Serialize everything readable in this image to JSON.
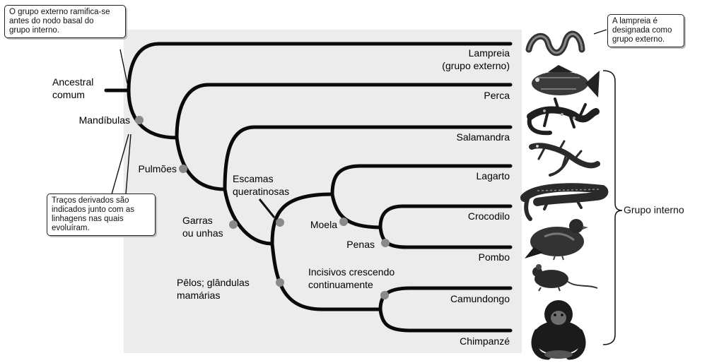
{
  "root_label": [
    "Ancestral",
    "comum"
  ],
  "taxa": [
    {
      "name": "Lampreia",
      "sub": "(grupo externo)",
      "icon": "lamprey-icon"
    },
    {
      "name": "Perca",
      "icon": "fish-icon"
    },
    {
      "name": "Salamandra",
      "icon": "salamander-icon"
    },
    {
      "name": "Lagarto",
      "icon": "lizard-icon"
    },
    {
      "name": "Crocodilo",
      "icon": "crocodile-icon"
    },
    {
      "name": "Pombo",
      "icon": "pigeon-icon"
    },
    {
      "name": "Camundongo",
      "icon": "mouse-icon"
    },
    {
      "name": "Chimpanzé",
      "icon": "chimpanzee-icon"
    }
  ],
  "traits": [
    {
      "lines": [
        "Mandíbulas"
      ]
    },
    {
      "lines": [
        "Pulmões"
      ]
    },
    {
      "lines": [
        "Garras",
        "ou unhas"
      ]
    },
    {
      "lines": [
        "Escamas",
        "queratinosas"
      ]
    },
    {
      "lines": [
        "Moela"
      ]
    },
    {
      "lines": [
        "Penas"
      ]
    },
    {
      "lines": [
        "Pêlos; glândulas",
        "mamárias"
      ]
    },
    {
      "lines": [
        "Incisivos crescendo",
        "continuamente"
      ]
    }
  ],
  "callouts": {
    "outgroup_branch": [
      "O grupo externo ramifica-se",
      "antes do nodo basal do",
      "grupo interno."
    ],
    "lamprey_outgroup": [
      "A lampreia é",
      "designada como",
      "grupo externo."
    ],
    "derived_traits": [
      "Traços derivados são",
      "indicados junto com as",
      "linhagens nas quais",
      "evoluíram."
    ]
  },
  "ingroup_label": "Grupo interno",
  "colors": {
    "branch": "#0a0a0a",
    "trait_dot": "#8a8a8a",
    "panel": "#ececec"
  }
}
